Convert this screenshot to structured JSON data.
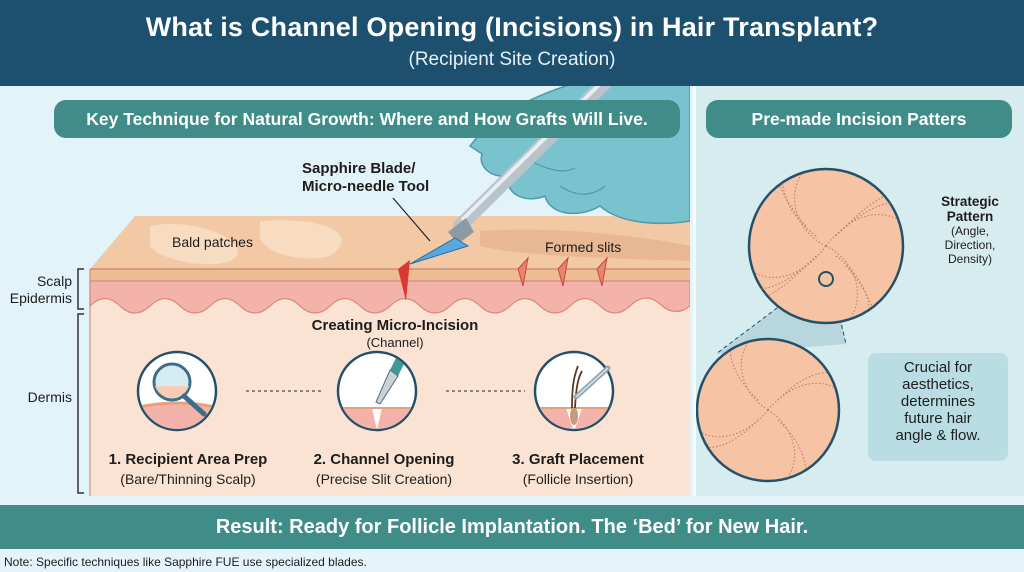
{
  "header": {
    "title": "What is Channel Opening (Incisions) in Hair Transplant?",
    "subtitle": "(Recipient Site Creation)"
  },
  "left_panel": {
    "banner": "Key Technique for Natural Growth: Where and How Grafts Will Live.",
    "tool_label": [
      "Sapphire Blade/",
      "Micro-needle Tool"
    ],
    "bald_label": "Bald patches",
    "slits_label": "Formed slits",
    "layers": {
      "scalp": [
        "Scalp",
        "Epidermis"
      ],
      "dermis": "Dermis"
    },
    "micro_incision": {
      "title": "Creating Micro-Incision",
      "subtitle": "(Channel)"
    },
    "steps": [
      {
        "title": "1. Recipient Area Prep",
        "subtitle": "(Bare/Thinning Scalp)",
        "icon": "magnifier-icon"
      },
      {
        "title": "2. Channel Opening",
        "subtitle": "(Precise Slit Creation)",
        "icon": "scalpel-icon"
      },
      {
        "title": "3. Graft Placement",
        "subtitle": "(Follicle Insertion)",
        "icon": "forceps-follicle-icon"
      }
    ]
  },
  "right_panel": {
    "banner": "Pre-made Incision Patters",
    "strategic": {
      "title": [
        "Strategic",
        "Pattern"
      ],
      "details": [
        "(Angle,",
        "Direction,",
        "Density)"
      ]
    },
    "crucial": [
      "Crucial for",
      "aesthetics,",
      "determines",
      "future hair",
      "angle & flow."
    ]
  },
  "result": "Result: Ready for Follicle Implantation. The ‘Bed’ for New Hair.",
  "note": "Note: Specific techniques like Sapphire FUE use specialized blades.",
  "colors": {
    "header": "#1d4f6e",
    "teal": "#3f8c89",
    "skin_top": "#f2c9a4",
    "epidermis": "#f3b5aa",
    "dermis": "#fbe3d3",
    "glove": "#79c3cf",
    "circle_outline": "#24506a"
  }
}
